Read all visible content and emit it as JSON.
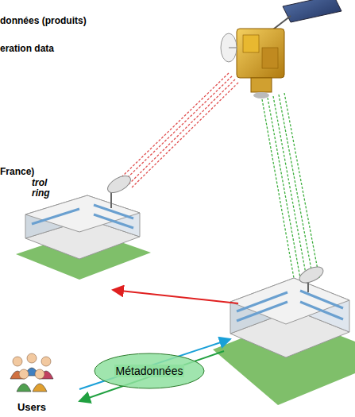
{
  "diagram": {
    "nodes": [
      {
        "text": [
          "Métadonnées"
        ]
      },
      {
        "text": [
          "Users"
        ]
      }
    ],
    "labels": [
      "données (produits)",
      "eration data",
      "France)",
      "trol",
      "ring"
    ]
  }
}
